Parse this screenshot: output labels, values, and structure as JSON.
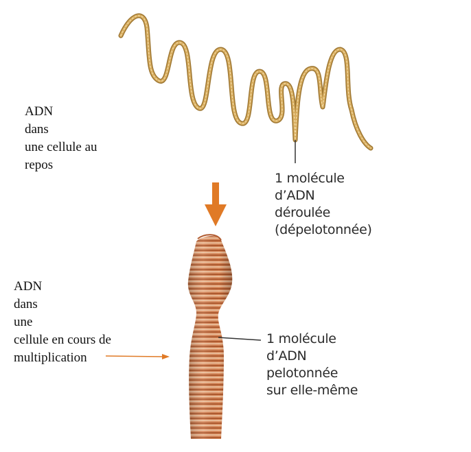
{
  "colors": {
    "dna_strand": "#d7ac5e",
    "dna_strand_edge": "#9e7733",
    "arrow": "#e07a26",
    "chromosome_base": "#d98c5f",
    "chromosome_band_dark": "#b05a2e",
    "chromosome_band_light": "#f1c8a4",
    "pointer_line": "#333333"
  },
  "labels": {
    "resting": {
      "line1_left": "ADN",
      "line1_right": "dans",
      "line2": "une cellule au",
      "line3": "repos"
    },
    "dividing": {
      "line1_a": "ADN",
      "line1_b": "dans",
      "line1_c": "une",
      "line2": "cellule en cours de",
      "line3": "multiplication"
    },
    "unwound": {
      "line1": "1 molécule",
      "line2": "d’ADN",
      "line3": "déroulée",
      "line4": "(dépelotonnée)"
    },
    "coiled": {
      "line1": "1 molécule",
      "line2": "d’ADN",
      "line3": "pelotonnée",
      "line4": "sur elle-même"
    }
  },
  "icons": {
    "transition_arrow": "arrow-down-icon",
    "pointer_arrow": "arrow-right-icon"
  }
}
